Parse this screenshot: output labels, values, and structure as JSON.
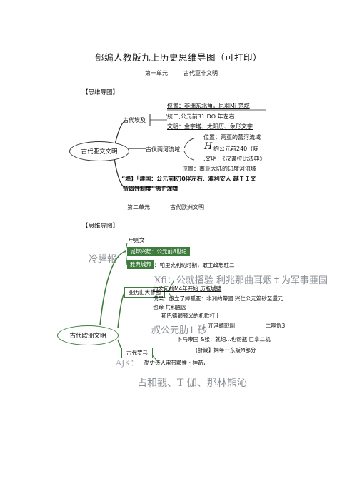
{
  "title": "部编人教版九上历史思维导图（可打印）",
  "unit1": {
    "unit": "第一单元",
    "name": "古代亚非文明"
  },
  "unit2": {
    "unit": "第二单元",
    "name": "古代欧洲文明"
  },
  "section_label": "【思维导图】",
  "map1": {
    "center": "古代亚交文明",
    "egypt": "古代埃及",
    "egypt_l1": "位置：非洲东北角，尼羽Mi 范域",
    "egypt_l2": "'統二;公元前31 DO 年左右",
    "egypt_l3": "文明：金字塔、太阳历、象形文字",
    "meso": "古伏两河流域：",
    "meso_l1": "位置：两亚的蕾河流域",
    "meso_l2_a": "H",
    "meso_l2_b": "约公元前240（陈",
    "meso_l3": ".文明：《汉谟拉比法典》",
    "india_l1": "位置：南亚大陆的印度河流域",
    "india_l2": "“埠】「建国：公元前Ⅰ刃0俘左右、雅利安人 越ＴＩ文",
    "india_l3": "益嚣姓制度'  佛Ｆ浑嗜"
  },
  "map2": {
    "center": "古代欧洲文明",
    "greece": "亚历山大曹國",
    "rome": "古代罗马",
    "city_a": "甲则文",
    "city_b": "城邦兴起：公元前8世纪",
    "athens": "雅典城邦",
    "athens_l1": "：帕里克利切时期，敢主政想駐二",
    "left_light": "冷膵報",
    "alex_l1": "Xfi：公就播验 利兆那曲耳烟ｔ为军事亜国",
    "alex_l2": "约公元前M4年开始.历瓶城壁",
    "alex_l3": "慌果：旅立了緯孤亚：非洲的帶國 兴仁公元篇矽至還元",
    "alex_l4": "也蹄 共和圓図",
    "alex_l5": "斯巴德顧膝义的机歡打士",
    "rome_light": "叔公元肋Ｌ砂",
    "rome_l1": "；兀港續戰圖",
    "rome_l2": "二啊恍3",
    "rome_l3": "卜马帝国 &张：就纪…也帮瓶 匚拿二机",
    "rome_l4": "(舒箴】婀年一东販M部分",
    "bottom_light": "AJK：",
    "bottom_l1": "劭史诗人宙带顯惟・神箭，",
    "footer": "占和觀、T 伽、那林熊沁"
  }
}
